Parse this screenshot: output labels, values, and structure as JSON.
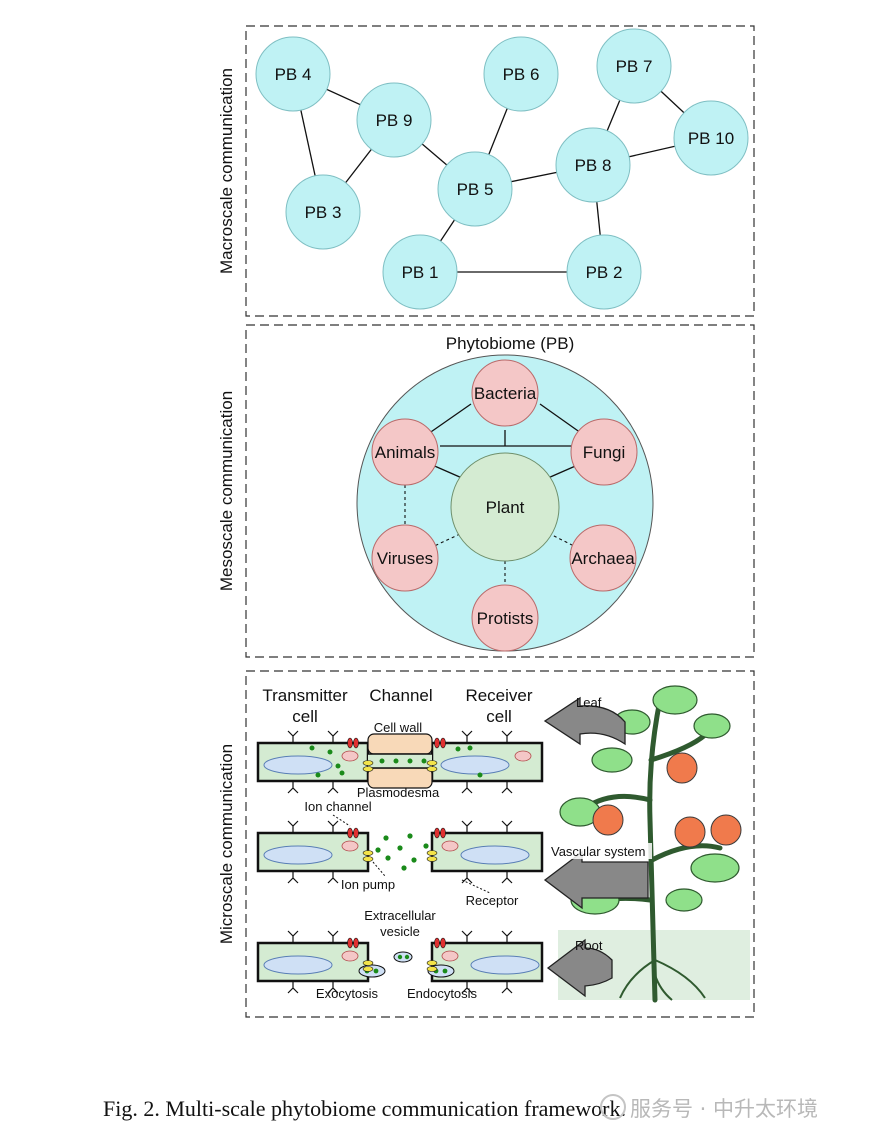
{
  "macro": {
    "label": "Macroscale communication",
    "nodes": [
      {
        "id": "pb4",
        "label": "PB 4"
      },
      {
        "id": "pb9",
        "label": "PB 9"
      },
      {
        "id": "pb3",
        "label": "PB 3"
      },
      {
        "id": "pb6",
        "label": "PB 6"
      },
      {
        "id": "pb5",
        "label": "PB 5"
      },
      {
        "id": "pb1",
        "label": "PB 1"
      },
      {
        "id": "pb7",
        "label": "PB 7"
      },
      {
        "id": "pb8",
        "label": "PB 8"
      },
      {
        "id": "pb10",
        "label": "PB 10"
      },
      {
        "id": "pb2",
        "label": "PB 2"
      }
    ],
    "edges": [
      [
        "pb4",
        "pb9"
      ],
      [
        "pb4",
        "pb3"
      ],
      [
        "pb9",
        "pb3"
      ],
      [
        "pb9",
        "pb5"
      ],
      [
        "pb6",
        "pb5"
      ],
      [
        "pb5",
        "pb1"
      ],
      [
        "pb5",
        "pb8"
      ],
      [
        "pb1",
        "pb2"
      ],
      [
        "pb8",
        "pb7"
      ],
      [
        "pb8",
        "pb10"
      ],
      [
        "pb7",
        "pb10"
      ],
      [
        "pb8",
        "pb2"
      ]
    ],
    "node_color": "#bff2f4"
  },
  "meso": {
    "label": "Mesoscale communication",
    "title": "Phytobiome (PB)",
    "center": "Plant",
    "members": [
      {
        "id": "bacteria",
        "label": "Bacteria"
      },
      {
        "id": "animals",
        "label": "Animals"
      },
      {
        "id": "fungi",
        "label": "Fungi"
      },
      {
        "id": "viruses",
        "label": "Viruses"
      },
      {
        "id": "archaea",
        "label": "Archaea"
      },
      {
        "id": "protists",
        "label": "Protists"
      }
    ],
    "colors": {
      "outer": "#bff2f4",
      "member": "#f4c7c7",
      "center": "#d4ebd2"
    }
  },
  "micro": {
    "label": "Microscale communication",
    "header": {
      "transmitter": "Transmitter\ncell",
      "channel": "Channel",
      "receiver": "Receiver\ncell"
    },
    "labels": {
      "cell_wall": "Cell wall",
      "plasmodesma": "Plasmodesma",
      "ion_channel": "Ion channel",
      "ion_pump": "Ion pump",
      "receptor": "Receptor",
      "extracellular_vesicle": "Extracellular\nvesicle",
      "exocytosis": "Exocytosis",
      "endocytosis": "Endocytosis"
    },
    "plant_labels": {
      "leaf": "Leaf",
      "vascular": "Vascular system",
      "root": "Root"
    }
  },
  "caption": "Fig. 2.  Multi-scale phytobiome communication framework.",
  "watermark": "服务号 · 中升太环境"
}
